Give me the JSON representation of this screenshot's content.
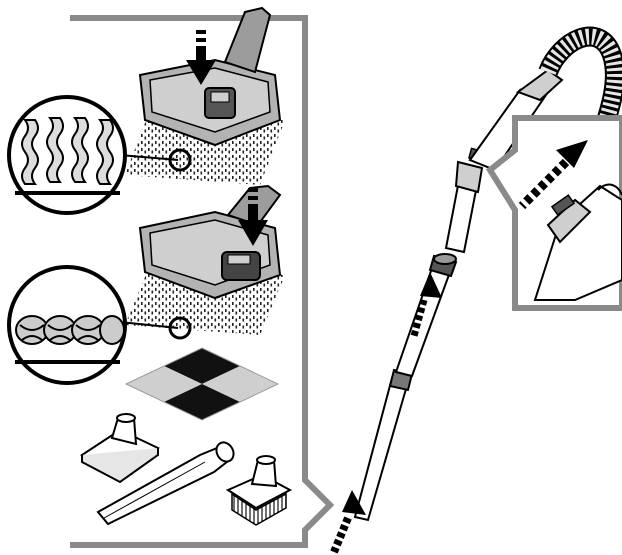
{
  "illustration": {
    "colors": {
      "frame": "#8a8a8a",
      "outline": "#000000",
      "body_gray": "#9c9c9c",
      "light_gray": "#cfcfcf",
      "mid_gray": "#b3b3b3",
      "dark": "#1a1a1a",
      "white": "#ffffff"
    },
    "panels": [
      {
        "name": "carpet-mode",
        "icon": "floor-nozzle-pedal-down"
      },
      {
        "name": "hard-floor-mode",
        "icon": "floor-nozzle-pedal-up"
      },
      {
        "name": "accessories",
        "icon": "upholstery-crevice-brush"
      },
      {
        "name": "tube-assembly",
        "icon": "telescopic-tube-with-hose"
      }
    ]
  }
}
